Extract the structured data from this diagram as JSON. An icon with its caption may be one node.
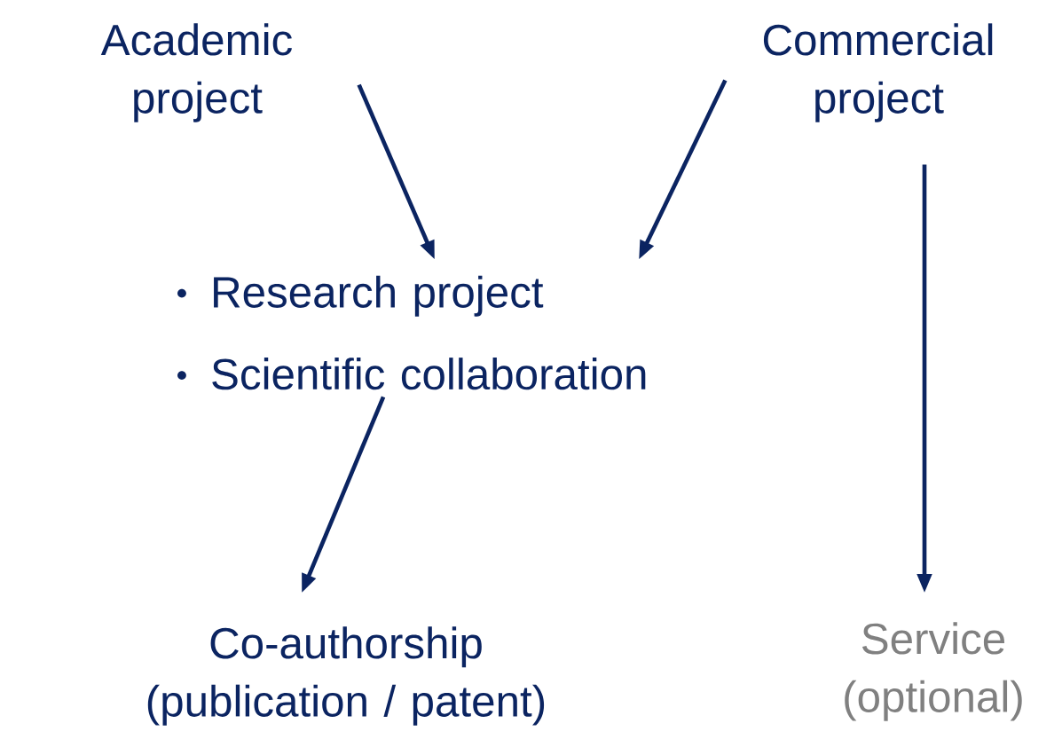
{
  "diagram": {
    "nodes": [
      {
        "text": [
          "Academic project"
        ]
      },
      {
        "text": [
          "Commercial project"
        ]
      },
      {
        "text": [
          "Research project",
          "Scientific collaboration"
        ]
      },
      {
        "text": [
          "Co-authorship (publication / patent)"
        ]
      },
      {
        "text": [
          "Service (optional)"
        ]
      }
    ],
    "edges": [
      {
        "from": 0,
        "to": 2,
        "arrow": "to"
      },
      {
        "from": 1,
        "to": 2,
        "arrow": "to"
      },
      {
        "from": 2,
        "to": 3,
        "arrow": "to"
      },
      {
        "from": 1,
        "to": 4,
        "arrow": "to"
      }
    ]
  }
}
